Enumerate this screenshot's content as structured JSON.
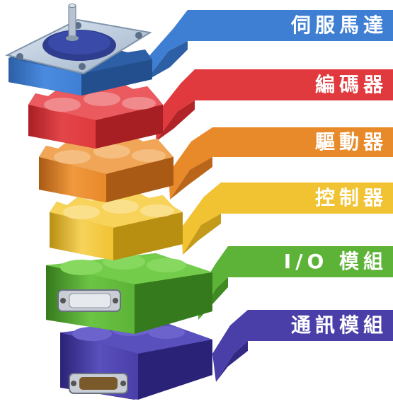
{
  "layers": [
    {
      "label": "伺服馬達",
      "color": "#3f7fd3",
      "dark": "#2c5fa6"
    },
    {
      "label": "編碼器",
      "color": "#e03a3e",
      "dark": "#b12428"
    },
    {
      "label": "驅動器",
      "color": "#e8892a",
      "dark": "#b9661a"
    },
    {
      "label": "控制器",
      "color": "#f1c231",
      "dark": "#c49a1a"
    },
    {
      "label": "I/O 模組",
      "color": "#5cb337",
      "dark": "#3f8a23"
    },
    {
      "label": "通訊模組",
      "color": "#4a3fa8",
      "dark": "#322984"
    }
  ]
}
